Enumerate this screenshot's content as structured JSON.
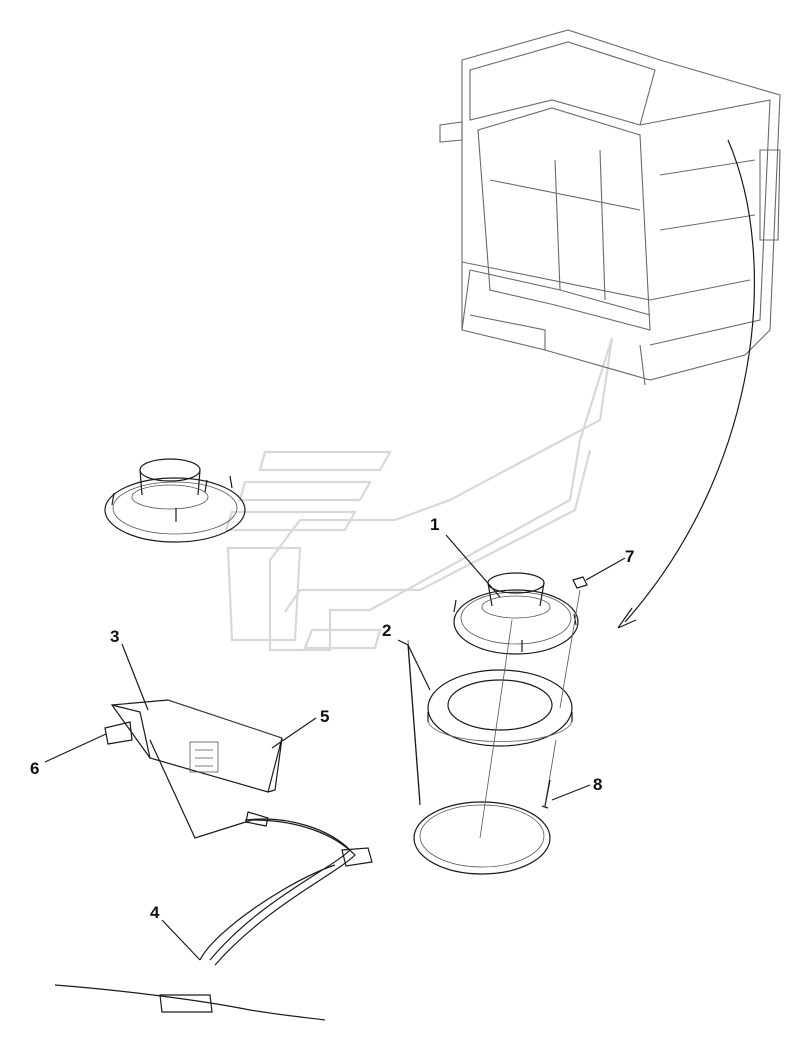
{
  "diagram": {
    "callouts": [
      {
        "id": "1",
        "label": "1"
      },
      {
        "id": "2",
        "label": "2"
      },
      {
        "id": "3",
        "label": "3"
      },
      {
        "id": "4",
        "label": "4"
      },
      {
        "id": "5",
        "label": "5"
      },
      {
        "id": "6",
        "label": "6"
      },
      {
        "id": "7",
        "label": "7"
      },
      {
        "id": "8",
        "label": "8"
      }
    ],
    "parts": [
      "cab-frame",
      "speaker-left",
      "speaker-right",
      "speaker-mounting-ring",
      "speaker-gasket",
      "radio-housing",
      "wire-harness",
      "clip-nut",
      "screw"
    ],
    "colors": {
      "line": "#1a1a1a",
      "frame": "#6a6a6a",
      "watermark": "#d8d8d8",
      "background": "#ffffff"
    }
  }
}
